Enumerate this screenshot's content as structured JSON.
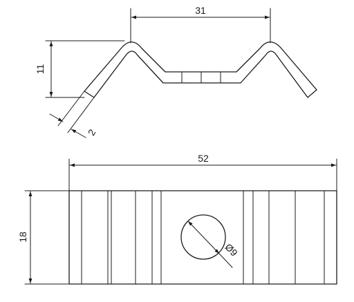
{
  "drawing": {
    "line_color": "#1a1a1a",
    "background": "#ffffff",
    "side_view": {
      "dimensions": {
        "span_between_peaks": "31",
        "bend_height": "11",
        "thickness": "2"
      }
    },
    "plan_view": {
      "dimensions": {
        "overall_length": "52",
        "width": "18",
        "hole_diameter": "Ø9"
      }
    }
  }
}
